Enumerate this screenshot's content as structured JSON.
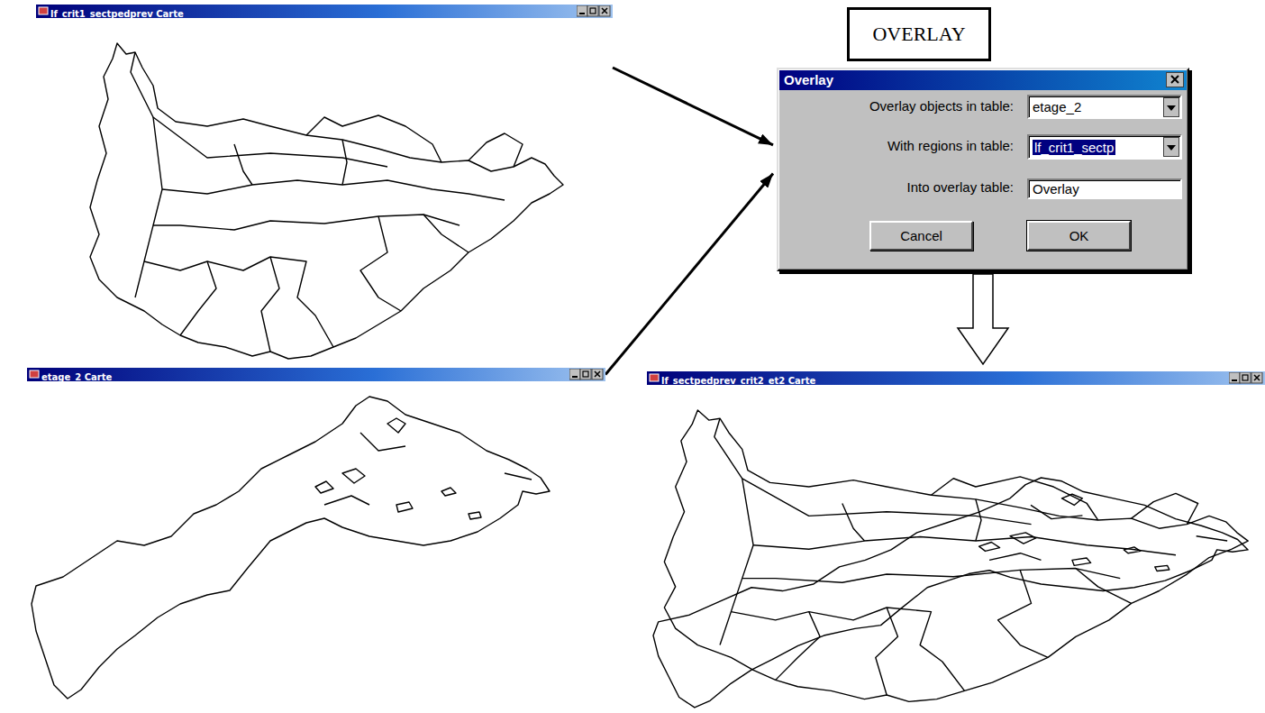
{
  "diagram": {
    "nodes": [
      {
        "text": [
          "lf_crit1_sectpedprev Carte"
        ]
      },
      {
        "text": [
          "OVERLAY"
        ]
      },
      {
        "text": [
          "Overlay",
          "Overlay objects in table:",
          "With regions in table:",
          "Into overlay table:"
        ]
      },
      {
        "text": [
          "etage_2"
        ],
        "in": 2
      },
      {
        "text": [
          "lf_crit1_sectp"
        ],
        "in": 2
      },
      {
        "text": [
          "Overlay"
        ],
        "in": 2
      },
      {
        "text": [
          "Cancel"
        ],
        "in": 2
      },
      {
        "text": [
          "OK"
        ],
        "in": 2
      },
      {
        "text": [
          "etage_2 Carte"
        ]
      },
      {
        "text": [
          "lf_sectpedprev_crit2_et2 Carte"
        ]
      }
    ],
    "edges": [
      {
        "from": 0,
        "to": 2,
        "arrow": "to"
      },
      {
        "from": 8,
        "to": 2,
        "arrow": "to"
      },
      {
        "from": 2,
        "to": 9,
        "arrow": "to"
      }
    ]
  }
}
